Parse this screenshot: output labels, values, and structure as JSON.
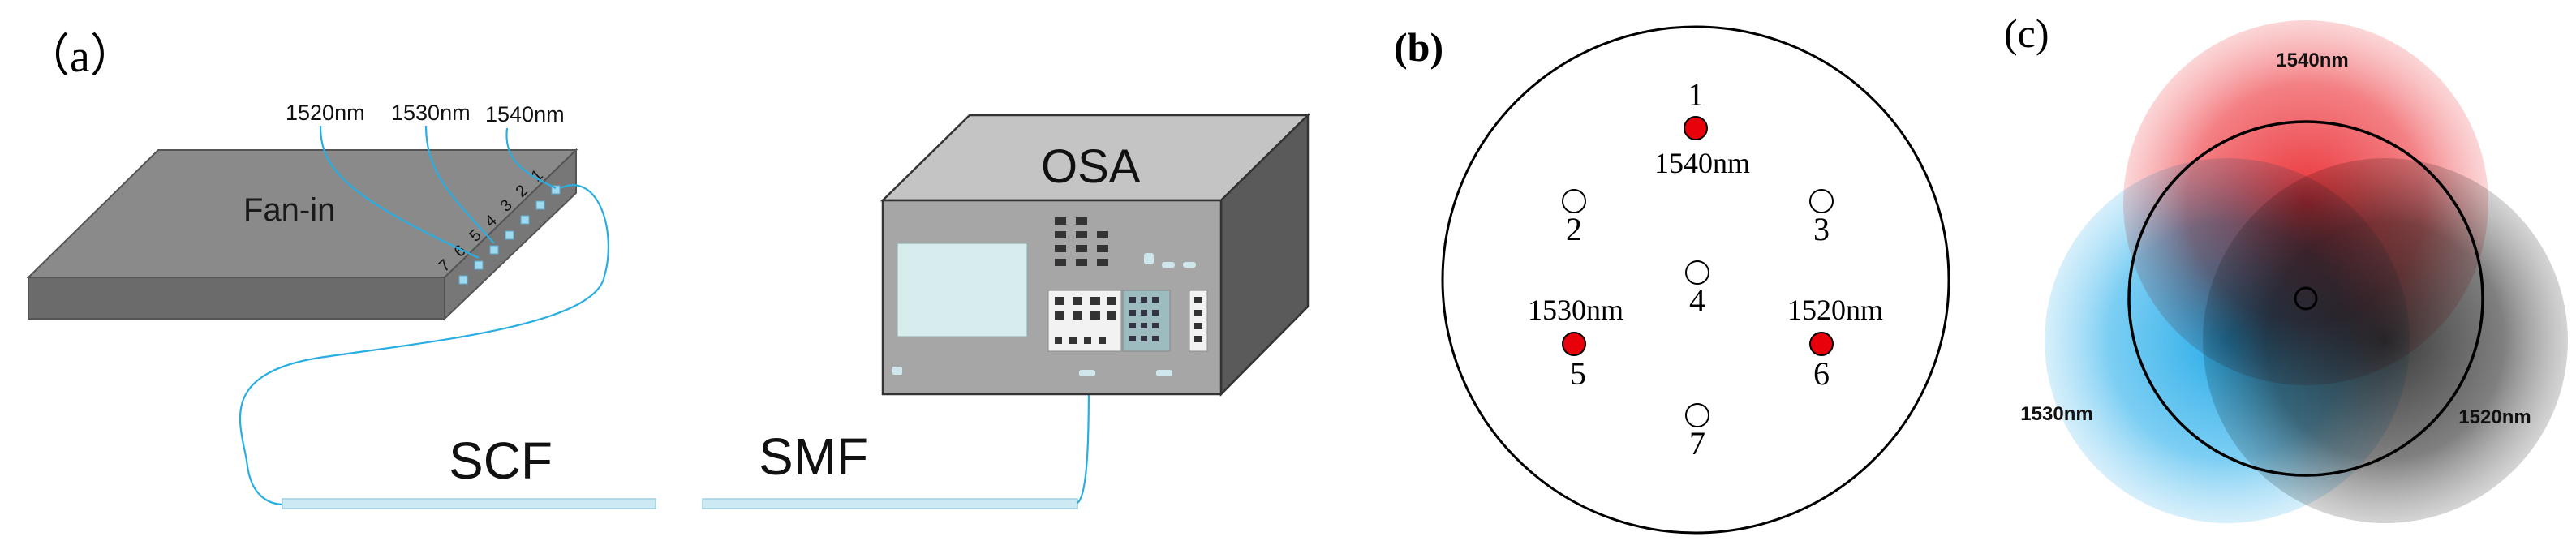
{
  "panel_a": {
    "label": "（a）",
    "fan_in_label": "Fan-in",
    "osa_label": "OSA",
    "scf_label": "SCF",
    "smf_label": "SMF",
    "wavelength_labels": [
      "1520nm",
      "1530nm",
      "1540nm"
    ],
    "port_numbers": [
      "7",
      "6",
      "5",
      "4",
      "3",
      "2",
      "1"
    ]
  },
  "panel_b": {
    "label": "(b)",
    "cores": [
      {
        "number": "1",
        "wavelength": "1540nm",
        "active": true
      },
      {
        "number": "2",
        "wavelength": "",
        "active": false
      },
      {
        "number": "3",
        "wavelength": "",
        "active": false
      },
      {
        "number": "4",
        "wavelength": "",
        "active": false
      },
      {
        "number": "5",
        "wavelength": "1530nm",
        "active": true
      },
      {
        "number": "6",
        "wavelength": "1520nm",
        "active": true
      },
      {
        "number": "7",
        "wavelength": "",
        "active": false
      }
    ]
  },
  "panel_c": {
    "label": "(c)",
    "beams": [
      {
        "wavelength": "1540nm",
        "color": "#e8262b"
      },
      {
        "wavelength": "1530nm",
        "color": "#27aee8"
      },
      {
        "wavelength": "1520nm",
        "color": "#3a3a3a"
      }
    ]
  },
  "colors": {
    "fiber": "#29aee2",
    "device_gray": "#8f8f8f",
    "core_active": "#e8000b"
  }
}
